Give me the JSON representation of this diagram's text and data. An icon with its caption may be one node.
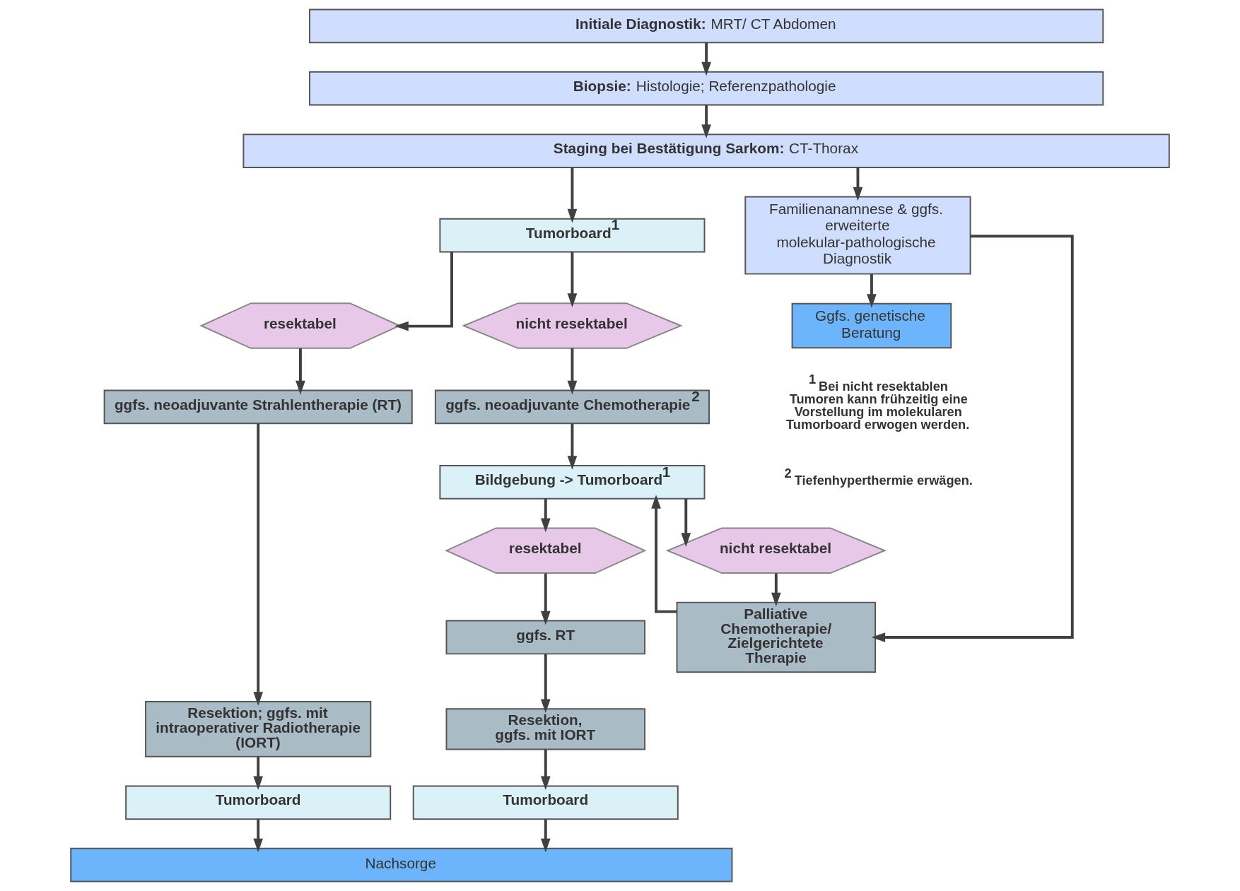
{
  "diagram": {
    "nodes": [
      {
        "text": [
          "**Initiale Diagnostik:** MRT/ CT Abdomen"
        ]
      },
      {
        "text": [
          "**Biopsie:** Histologie; Referenzpathologie"
        ]
      },
      {
        "text": [
          "**Staging bei Bestätigung Sarkom:** CT-Thorax"
        ]
      },
      {
        "text": [
          "Tumorboard$^{1}$"
        ]
      },
      {
        "text": [
          "resektabel"
        ]
      },
      {
        "text": [
          "nicht resektabel"
        ]
      },
      {
        "text": [
          "ggfs. neoadjuvante Strahlentherapie (RT)"
        ]
      },
      {
        "text": [
          "ggfs. neoadjuvante Chemotherapie$^{2}$"
        ]
      },
      {
        "text": [
          "Resektion; ggfs. mit intraoperativer Radiotherapie (IORT)"
        ]
      },
      {
        "text": [
          "Bildgebung -> Tumorboard$^{1}$"
        ]
      },
      {
        "text": [
          "resektabel"
        ]
      },
      {
        "text": [
          "nicht resektabel"
        ]
      },
      {
        "text": [
          "ggfs. RT"
        ]
      },
      {
        "text": [
          "Resektion, ggfs. mit IORT"
        ]
      },
      {
        "text": [
          "Palliative Chemotherapie/ Zielgerichtete Therapie"
        ]
      },
      {
        "text": [
          "Tumorboard"
        ]
      },
      {
        "text": [
          "Tumorboard"
        ]
      },
      {
        "text": [
          "Nachsorge"
        ]
      },
      {
        "text": [
          "Familienanamnese & ggfs. erweiterte molekular-pathologische Diagnostik"
        ]
      },
      {
        "text": [
          "Ggfs. genetische Beratung"
        ]
      }
    ],
    "edges": [
      {
        "from": 0,
        "to": 1,
        "arrow": "to"
      },
      {
        "from": 1,
        "to": 2,
        "arrow": "to"
      },
      {
        "from": 2,
        "to": 3,
        "arrow": "to"
      },
      {
        "from": 2,
        "to": 18,
        "arrow": "to"
      },
      {
        "from": 3,
        "to": 4,
        "arrow": "to"
      },
      {
        "from": 3,
        "to": 5,
        "arrow": "to"
      },
      {
        "from": 4,
        "to": 6,
        "arrow": "to"
      },
      {
        "from": 5,
        "to": 7,
        "arrow": "to"
      },
      {
        "from": 6,
        "to": 8,
        "arrow": "to"
      },
      {
        "from": 7,
        "to": 9,
        "arrow": "to"
      },
      {
        "from": 8,
        "to": 15,
        "arrow": "to"
      },
      {
        "from": 9,
        "to": 10,
        "arrow": "to"
      },
      {
        "from": 9,
        "to": 11,
        "arrow": "to"
      },
      {
        "from": 10,
        "to": 12,
        "arrow": "to"
      },
      {
        "from": 11,
        "to": 14,
        "arrow": "to"
      },
      {
        "from": 12,
        "to": 13,
        "arrow": "to"
      },
      {
        "from": 13,
        "to": 16,
        "arrow": "to"
      },
      {
        "from": 14,
        "to": 9,
        "arrow": "to"
      },
      {
        "from": 18,
        "to": 19,
        "arrow": "to"
      },
      {
        "from": 18,
        "to": 14,
        "arrow": "to"
      },
      {
        "from": 15,
        "to": 17,
        "arrow": "to"
      },
      {
        "from": 16,
        "to": 17,
        "arrow": "to"
      }
    ],
    "labels": [
      "$^{1}$ Bei nicht resektablen Tumoren kann frühzeitig eine Vorstellung im molekularen Tumorboard erwogen werden.",
      "$^{2}$ Tiefenhyperthermie erwägen."
    ]
  }
}
